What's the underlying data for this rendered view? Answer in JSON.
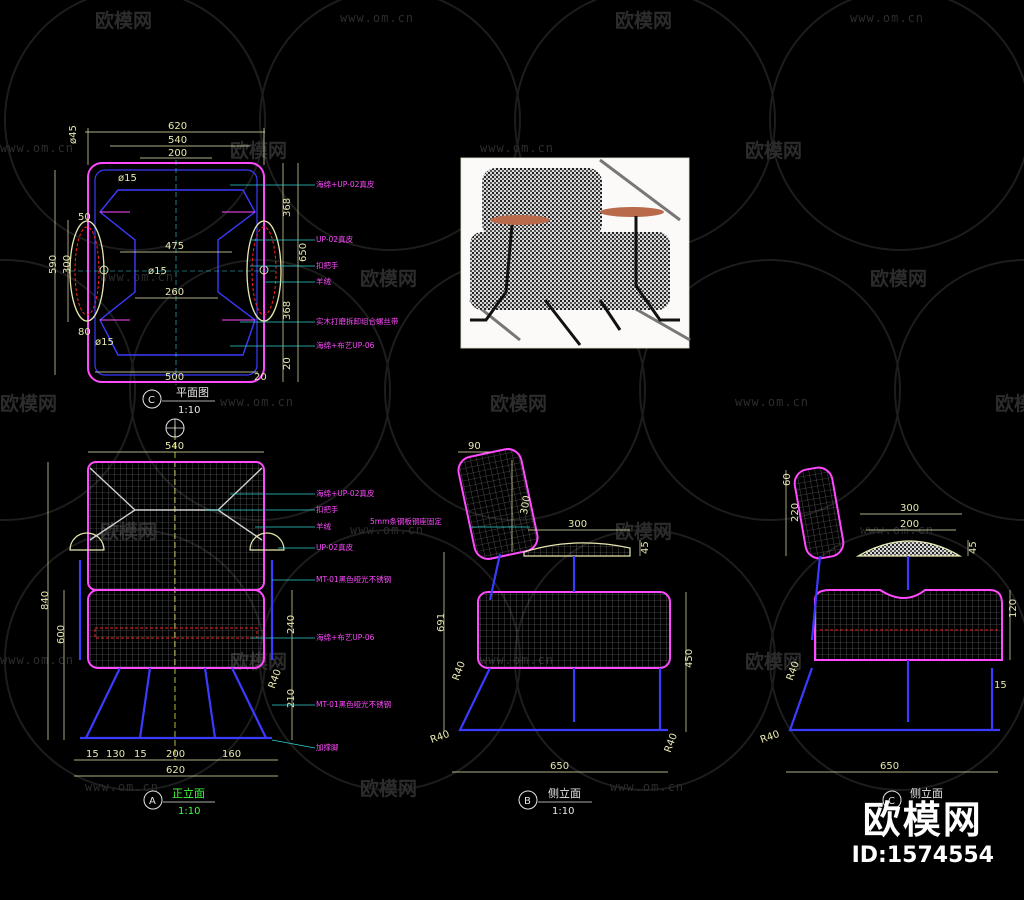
{
  "watermark": {
    "brand": "欧模网",
    "url": "www.om.cn"
  },
  "badge": {
    "logo": "欧模网",
    "id": "ID:1574554"
  },
  "plan_view": {
    "title": "平面图",
    "scale": "1:10",
    "marker": "C",
    "dims": {
      "d_dia45": "ø45",
      "d620": "620",
      "d540": "540",
      "d200": "200",
      "d_dia15a": "ø15",
      "d50": "50",
      "d475": "475",
      "d590": "590",
      "d300": "300",
      "d_dia15b": "ø15",
      "d260": "260",
      "d80": "80",
      "d_dia15c": "ø15",
      "d500": "500",
      "d20": "20",
      "d368a": "368",
      "d650": "650",
      "d368b": "368",
      "d20b": "20"
    },
    "annotations": [
      "海绵+UP-02真皮",
      "UP-02真皮",
      "扣把手",
      "羊绒",
      "实木打磨拆卸组合螺丝带",
      "海绵+布艺UP-06"
    ]
  },
  "front_view": {
    "title": "正立面",
    "scale": "1:10",
    "marker": "A",
    "dims": {
      "d540": "540",
      "d840": "840",
      "d600": "600",
      "d240": "240",
      "d210": "210",
      "d15a": "15",
      "d130": "130",
      "d15b": "15",
      "d200": "200",
      "d160": "160",
      "d620": "620",
      "dR40": "R40"
    },
    "annotations": [
      "海绵+UP-02真皮",
      "扣把手",
      "羊绒",
      "UP-02真皮",
      "MT-01黑色哑光不锈钢",
      "海绵+布艺UP-06",
      "MT-01黑色哑光不锈钢",
      "加撑脚"
    ]
  },
  "side_view_b": {
    "title": "侧立面",
    "scale": "1:10",
    "marker": "B",
    "dims": {
      "d90": "90",
      "d300v": "300",
      "d300h": "300",
      "d45": "45",
      "d691": "691",
      "d450": "450",
      "dR40a": "R40",
      "dR40b": "R40",
      "dR40c": "R40",
      "d650": "650"
    },
    "annotations": [
      "5mm条钢板钢座固定"
    ]
  },
  "side_view_c": {
    "title": "侧立面",
    "marker": "C",
    "dims": {
      "d60": "60",
      "d220": "220",
      "d300": "300",
      "d200": "200",
      "d45": "45",
      "d120": "120",
      "d15": "15",
      "dR40a": "R40",
      "dR40b": "R40",
      "d650": "650"
    }
  }
}
